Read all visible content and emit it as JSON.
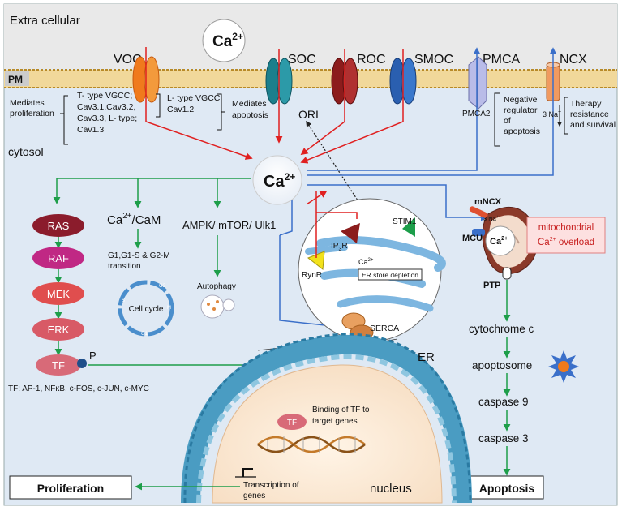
{
  "regions": {
    "extracellular": "Extra cellular",
    "pm": "PM",
    "cytosol": "cytosol",
    "er": "ER",
    "nucleus": "nucleus"
  },
  "ca": {
    "base": "Ca",
    "sup": "2+"
  },
  "channels": {
    "voc": "VOC",
    "soc": "SOC",
    "roc": "ROC",
    "smoc": "SMOC",
    "pmca": "PMCA",
    "ncx": "NCX"
  },
  "voc_notes": {
    "mediates_proliferation": [
      "Mediates",
      "proliferation"
    ],
    "t_type": [
      "T- type VGCC;",
      "Cav3.1,Cav3.2,",
      "Cav3.3,  L- type;",
      "Cav1.3"
    ],
    "l_type": [
      "L- type VGCC;",
      "Cav1.2"
    ],
    "mediates_apoptosis": [
      "Mediates",
      "apoptosis"
    ]
  },
  "ori": "ORI",
  "pmca_notes": {
    "pmca2": "PMCA2",
    "negative": [
      "Negative",
      "regulator",
      "of",
      "apoptosis"
    ]
  },
  "ncx_notes": {
    "three_na": "3 Na",
    "na_sup": "+",
    "therapy": [
      "Therapy",
      "resistance",
      "and survival"
    ]
  },
  "pathway_left": {
    "ras": "RAS",
    "raf": "RAF",
    "mek": "MEK",
    "erk": "ERK",
    "tf": "TF",
    "p": "P"
  },
  "tf_list": "TF: AP-1, NFκB, c-FOS, c-JUN, c-MYC",
  "cam": {
    "base": "Ca",
    "sup": "2+",
    "rest": "/CaM"
  },
  "cell_cycle": {
    "transition": [
      "G1,G1-S & G2-M",
      "transition"
    ],
    "label": "Cell cycle",
    "phases": [
      "G2",
      "M",
      "G1",
      "S"
    ]
  },
  "ampk": "AMPK/ mTOR/ Ulk1",
  "autophagy": "Autophagy",
  "er_zoom": {
    "stim1": "STIM1",
    "ip3r_a": "IP",
    "ip3r_sub": "3",
    "ip3r_b": "R",
    "rynr": "RynR",
    "ca_base": "Ca",
    "ca_sup": "2+",
    "depletion": "ER store depletion",
    "serca": "SERCA"
  },
  "mito": {
    "mncx": "mNCX",
    "na3": "3 Na",
    "na_sup": "+",
    "mcu": "MCU",
    "ca_base": "Ca",
    "ca_sup": "2+",
    "ptp": "PTP",
    "overload": [
      "mitochondrial",
      "Ca",
      "2+",
      " overload"
    ]
  },
  "apoptosis_path": {
    "cytochrome": "cytochrome c",
    "apoptosome": "apoptosome",
    "casp9": "caspase 9",
    "casp3": "caspase 3",
    "apoptosis": "Apoptosis"
  },
  "nucleus_text": {
    "tf": "TF",
    "binding": [
      "Binding of TF to",
      "target genes"
    ],
    "transcription": [
      "Transcription of",
      "genes"
    ]
  },
  "proliferation": "Proliferation",
  "colors": {
    "bg_cell": "#dde8f4",
    "membrane": "#c9a24a",
    "green_arrow": "#1e9e4a",
    "red_arrow": "#e02020",
    "blue_arrow": "#3a6fc9",
    "er_blue": "#4a9cc2",
    "ras": "#8b1c2c",
    "raf": "#c02884",
    "mek": "#e04e4e",
    "erk": "#d85a66",
    "tf": "#d86a78"
  }
}
